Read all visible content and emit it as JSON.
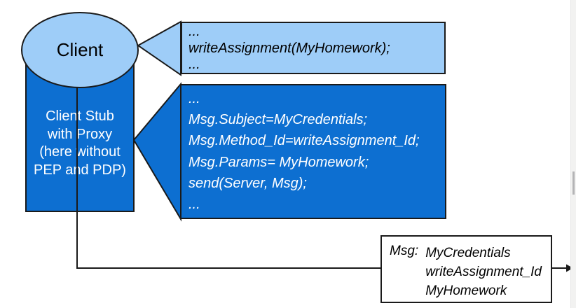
{
  "diagram": {
    "client": {
      "label": "Client"
    },
    "client_stub": {
      "lines": [
        "Client Stub",
        "with Proxy",
        "(here without",
        "PEP and PDP)"
      ]
    },
    "client_code_callout": {
      "lines": [
        "...",
        "writeAssignment(MyHomework);",
        "..."
      ]
    },
    "stub_code_callout": {
      "lines": [
        "...",
        "Msg.Subject=MyCredentials;",
        "Msg.Method_Id=writeAssignment_Id;",
        "Msg.Params= MyHomework;",
        "send(Server, Msg);",
        "..."
      ]
    },
    "message_box": {
      "label": "Msg:",
      "values": [
        "MyCredentials",
        "writeAssignment_Id",
        "MyHomework"
      ]
    }
  },
  "colors": {
    "node_light_blue": "#9ecdf8",
    "node_dark_blue": "#0d6fd1",
    "outline": "#1a1a1a",
    "stub_text": "#ffffff",
    "code_text_dark_box": "#ffffff",
    "code_text_light_box": "#000000"
  }
}
